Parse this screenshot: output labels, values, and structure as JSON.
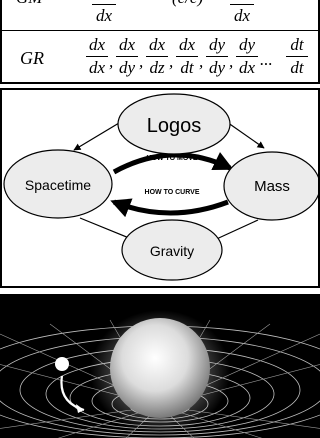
{
  "table": {
    "top_row": {
      "label": "GM",
      "fractions": [
        {
          "numerator": "",
          "denominator": "dx"
        },
        {
          "numerator": "",
          "denominator": "dx"
        }
      ],
      "mid_text": "(c/c)"
    },
    "gr_row": {
      "label": "GR",
      "fractions": [
        {
          "numerator": "dx",
          "denominator": "dx"
        },
        {
          "numerator": "dx",
          "denominator": "dy"
        },
        {
          "numerator": "dx",
          "denominator": "dz"
        },
        {
          "numerator": "dx",
          "denominator": "dt"
        },
        {
          "numerator": "dy",
          "denominator": "dy"
        },
        {
          "numerator": "dy",
          "denominator": "dx"
        },
        {
          "numerator": "dt",
          "denominator": "dt"
        }
      ],
      "ellipsis": "..."
    }
  },
  "diagram": {
    "nodes": {
      "logos": "Logos",
      "spacetime": "Spacetime",
      "mass": "Mass",
      "gravity": "Gravity"
    },
    "arrow_labels": {
      "top": "HOW TO MOVE",
      "bottom": "HOW TO CURVE"
    },
    "colors": {
      "node_fill": "#ececec",
      "stroke": "#000000"
    }
  },
  "image": {
    "description_icon": "spacetime-curvature-icon"
  }
}
